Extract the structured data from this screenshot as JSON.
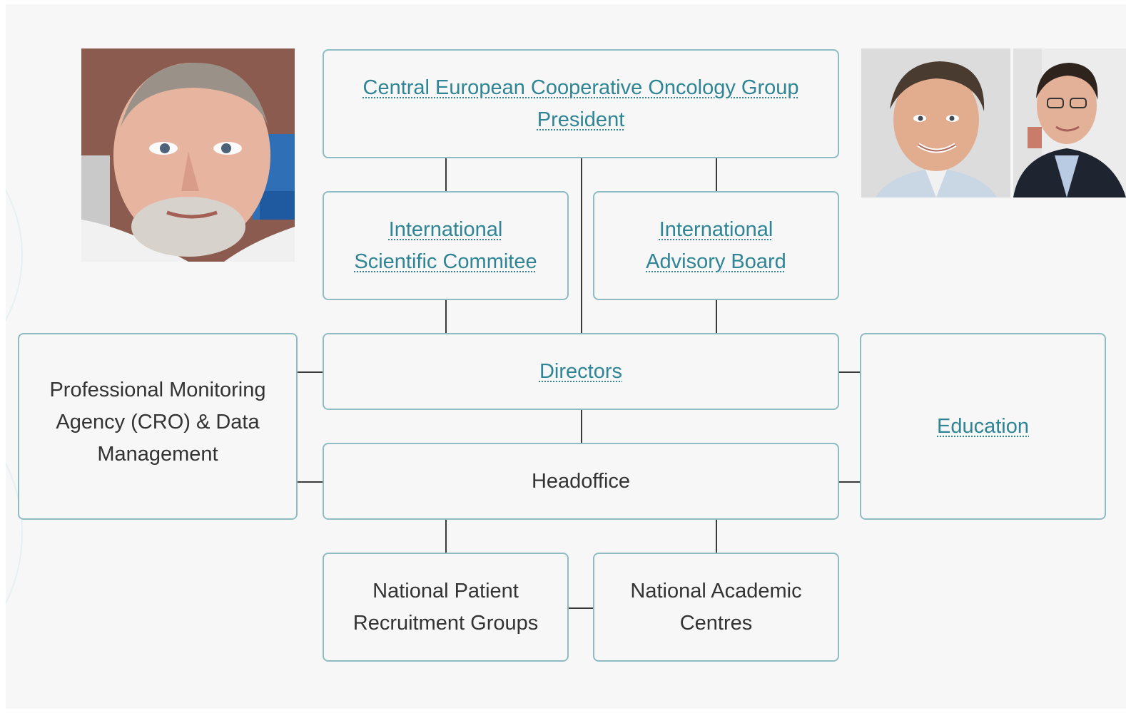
{
  "org_chart": {
    "president": {
      "line1": "Central European Cooperative Oncology Group",
      "line2": "President"
    },
    "scientific_committee": {
      "line1": "International",
      "line2": "Scientific Commitee"
    },
    "advisory_board": {
      "line1": "International",
      "line2": "Advisory Board"
    },
    "directors": {
      "label": "Directors"
    },
    "headoffice": {
      "label": "Headoffice"
    },
    "cro": {
      "line1": "Professional Monitoring",
      "line2": "Agency (CRO) & Data",
      "line3": "Management"
    },
    "education": {
      "label": "Education"
    },
    "recruitment_groups": {
      "line1": "National Patient",
      "line2": "Recruitment Groups"
    },
    "academic_centres": {
      "line1": "National Academic",
      "line2": "Centres"
    }
  },
  "colors": {
    "link": "#2f8596",
    "box_border": "#8fbcc4",
    "connector": "#3a3a3a",
    "background": "#f7f7f7"
  }
}
